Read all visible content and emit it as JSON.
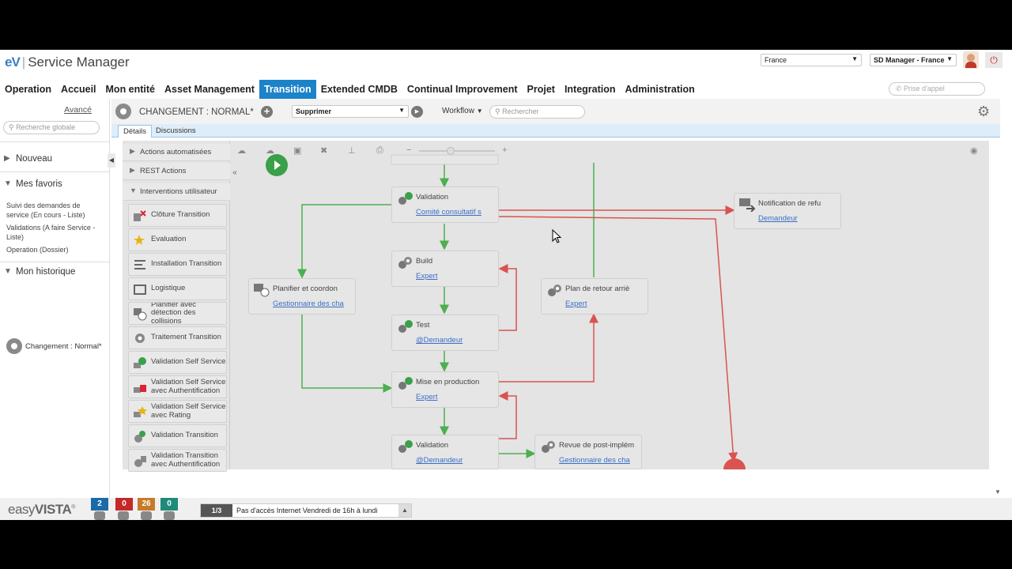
{
  "header": {
    "brand_ev": "eV",
    "brand_sep": "|",
    "brand_name": "Service Manager",
    "country_select": "France",
    "role_select": "SD Manager - France",
    "phone_placeholder": "Prise d'appel"
  },
  "menu": [
    "Operation",
    "Accueil",
    "Mon entité",
    "Asset Management",
    "Transition",
    "Extended CMDB",
    "Continual Improvement",
    "Projet",
    "Integration",
    "Administration"
  ],
  "menu_active": "Transition",
  "sidebar": {
    "avance": "Avancé",
    "search_placeholder": "Recherche globale",
    "nouveau": "Nouveau",
    "favoris": "Mes favoris",
    "favoris_items": [
      "Suivi des demandes de service (En cours - Liste)",
      "Validations (A faire Service - Liste)",
      "Operation (Dossier)"
    ],
    "historique": "Mon historique",
    "historique_item": "Changement : Normal*"
  },
  "toolbar": {
    "title": "CHANGEMENT : NORMAL*",
    "action_select": "Supprimer",
    "workflow": "Workflow",
    "search_placeholder": "Rechercher",
    "tabs": [
      "Détails",
      "Discussions"
    ]
  },
  "palette": {
    "groups": [
      "Actions automatisées",
      "REST Actions",
      "Interventions utilisateur"
    ],
    "items": [
      "Clôture Transition",
      "Evaluation",
      "Installation Transition",
      "Logistique",
      "Planifier avec détection des collisions",
      "Traitement Transition",
      "Validation Self Service",
      "Validation Self Service avec Authentification",
      "Validation Self Service avec Rating",
      "Validation Transition",
      "Validation Transition avec Authentification"
    ]
  },
  "workflow": {
    "nodes": [
      {
        "title": "Validation",
        "link": "Comité consultatif s"
      },
      {
        "title": "Build",
        "link": "Expert"
      },
      {
        "title": "Test",
        "link": "@Demandeur"
      },
      {
        "title": "Mise en production",
        "link": "Expert"
      },
      {
        "title": "Validation",
        "link": "@Demandeur"
      },
      {
        "title": "Planifier et coordon",
        "link": "Gestionnaire des cha"
      },
      {
        "title": "Plan de retour arriè",
        "link": "Expert"
      },
      {
        "title": "Notification de refu",
        "link": "Demandeur"
      },
      {
        "title": "Revue de post-implém",
        "link": "Gestionnaire des cha"
      }
    ]
  },
  "footer": {
    "logo_easy": "easy",
    "logo_vista": "VISTA",
    "badges": [
      "2",
      "0",
      "26",
      "0"
    ],
    "badge_colors": [
      "#1a6aa8",
      "#c62828",
      "#c87a2a",
      "#1f8a7a"
    ],
    "news_page": "1/3",
    "news_text": "Pas d'accès Internet Vendredi de 16h à lundi"
  },
  "colors": {
    "accent": "#1c83c8",
    "flow_ok": "#4caf50",
    "flow_ko": "#d9534f",
    "link": "#3b6fc4"
  }
}
